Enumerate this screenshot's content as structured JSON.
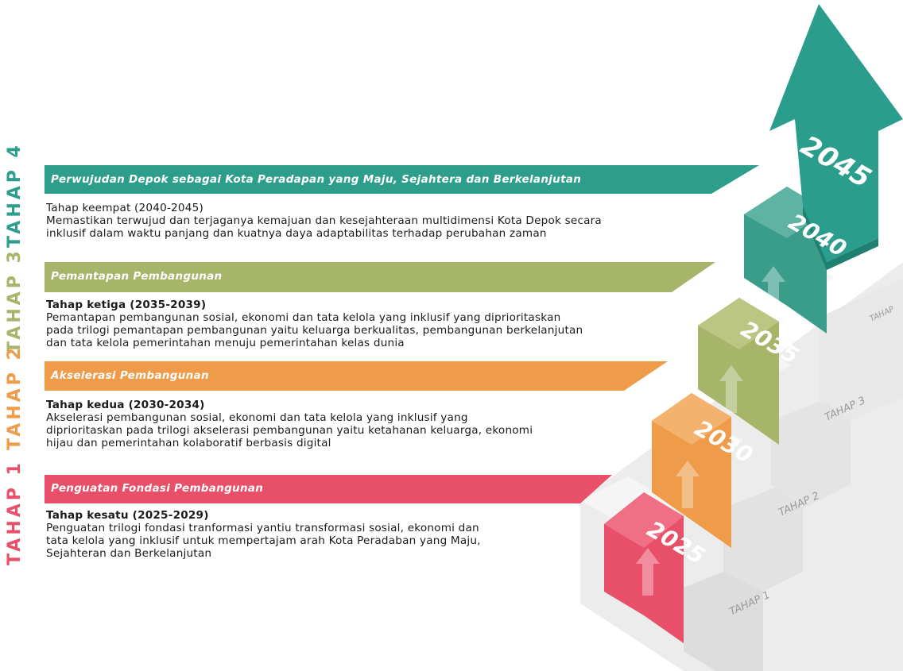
{
  "colors": {
    "tahap1": "#E8506A",
    "tahap2": "#EE9B4A",
    "tahap3": "#A7B56A",
    "tahap4": "#2E9E8C",
    "arrow": "#2A9D8C"
  },
  "stages": [
    {
      "side_label": "TAHAP 1",
      "banner": "Penguatan Fondasi Pembangunan",
      "heading": "Tahap kesatu (2025-2029)",
      "body": "Penguatan trilogi fondasi tranformasi yantiu transformasi sosial, ekonomi dan\ntata kelola yang inklusif untuk mempertajam arah Kota Peradaban yang Maju,\nSejahteran dan Berkelanjutan",
      "year": "2025",
      "step_label": "TAHAP 1"
    },
    {
      "side_label": "TAHAP 2",
      "banner": "Akselerasi Pembangunan",
      "heading": "Tahap kedua (2030-2034)",
      "body": "Akselerasi pembangunan sosial, ekonomi dan tata kelola yang inklusif yang\ndiprioritaskan pada trilogi akselerasi pembangunan yaitu ketahanan keluarga, ekonomi\nhijau dan pemerintahan kolaboratif berbasis digital",
      "year": "2030",
      "step_label": "TAHAP 2"
    },
    {
      "side_label": "TAHAP 3",
      "banner": "Pemantapan Pembangunan",
      "heading": "Tahap ketiga (2035-2039)",
      "body": "Pemantapan pembangunan sosial, ekonomi dan tata kelola yang inklusif yang diprioritaskan\npada trilogi pemantapan pembangunan yaitu keluarga berkualitas, pembangunan berkelanjutan\ndan tata kelola pemerintahan menuju pemerintahan kelas dunia",
      "year": "2035",
      "step_label": "TAHAP 3"
    },
    {
      "side_label": "TAHAP 4",
      "banner": "Perwujudan Depok sebagai Kota Peradapan yang Maju, Sejahtera dan Berkelanjutan",
      "heading": "Tahap keempat (2040-2045)",
      "body": "Memastikan terwujud dan terjaganya kemajuan dan kesejahteraan multidimensi Kota Depok secara\ninklusif dalam waktu panjang dan kuatnya daya adaptabilitas terhadap perubahan zaman",
      "year": "2040",
      "step_label": "TAHAP"
    }
  ],
  "final_year": "2045"
}
